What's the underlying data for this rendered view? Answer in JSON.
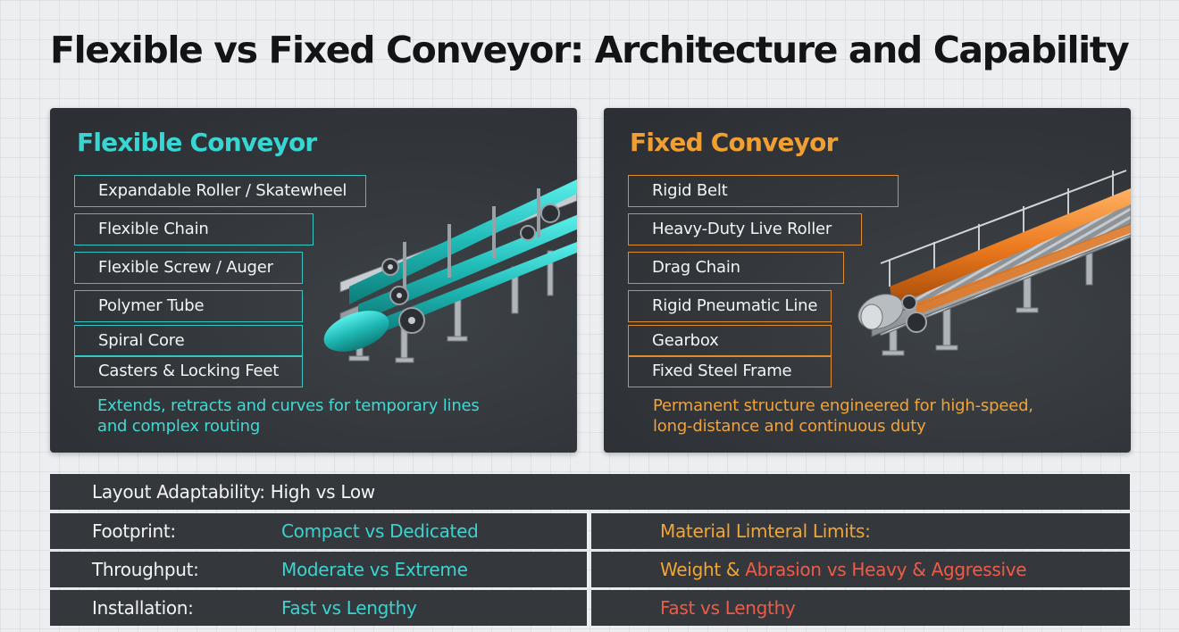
{
  "title": "Flexible vs Fixed Conveyor: Architecture and Capability",
  "flexible": {
    "title": "Flexible Conveyor",
    "items": [
      "Expandable Roller / Skatewheel",
      "Flexible Chain",
      "Flexible Screw / Auger",
      "Polymer Tube",
      "Spiral Core",
      "Casters & Locking Feet"
    ],
    "description": [
      "Extends, retracts and curves for temporary lines",
      "and complex routing"
    ]
  },
  "fixed": {
    "title": "Fixed Conveyor",
    "items": [
      "Rigid Belt",
      "Heavy-Duty Live Roller",
      "Drag Chain",
      "Rigid Pneumatic Line",
      "Gearbox",
      "Fixed Steel Frame"
    ],
    "description": [
      "Permanent structure engineered for high-speed,",
      "long-distance and continuous duty"
    ]
  },
  "comparison": {
    "layout": "Layout Adaptability: High vs Low",
    "rows": [
      {
        "label": "Footprint:",
        "value": "Compact vs Dedicated",
        "right": "Material  Limteral Limits:"
      },
      {
        "label": "Throughput:",
        "value": "Moderate vs Extreme",
        "right_a": "Weight & ",
        "right_b": "Abrasion vs Heavy & Aggressive"
      },
      {
        "label": "Installation:",
        "value": "Fast vs Lengthy",
        "right": "Fast vs Lengthy"
      }
    ]
  },
  "colors": {
    "flexible_accent": "#38d6d3",
    "fixed_accent": "#f0a033",
    "highlight_red": "#ef5b48",
    "panel": "#34383c"
  }
}
